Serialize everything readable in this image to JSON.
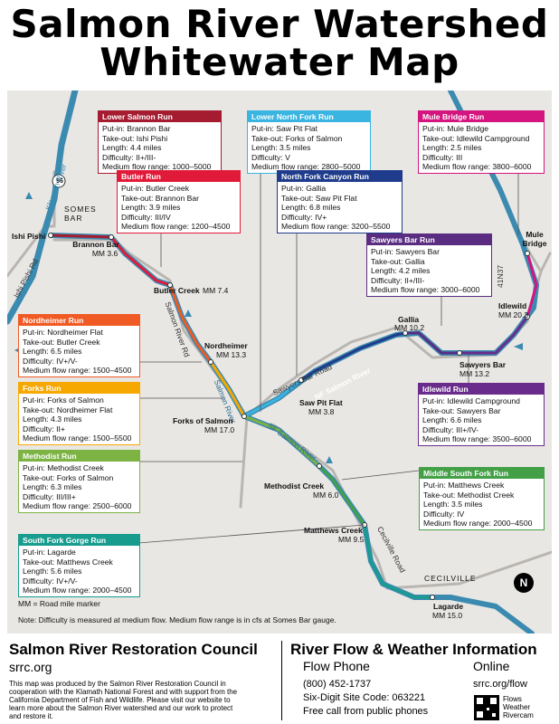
{
  "title": {
    "line1": "Salmon River Watershed",
    "line2": "Whitewater Map"
  },
  "runs": [
    {
      "key": "lower-salmon",
      "color": "#a51c30",
      "name": "Lower Salmon Run",
      "putin": "Put-in: Brannon Bar",
      "takeout": "Take-out: Ishi Pishi",
      "length": "Length: 4.4 miles",
      "difficulty": "Difficulty: II+/III-",
      "flow": "Medium flow range: 1000–5000"
    },
    {
      "key": "butler",
      "color": "#e21a3a",
      "name": "Butler Run",
      "putin": "Put-in: Butler Creek",
      "takeout": "Take-out: Brannon Bar",
      "length": "Length: 3.9 miles",
      "difficulty": "Difficulty: III/IV",
      "flow": "Medium flow range: 1200–4500"
    },
    {
      "key": "lower-north-fork",
      "color": "#3ab4e0",
      "name": "Lower North Fork Run",
      "putin": "Put-in: Saw Pit Flat",
      "takeout": "Take-out: Forks of Salmon",
      "length": "Length: 3.5 miles",
      "difficulty": "Difficulty: V",
      "flow": "Medium flow range: 2800–5000"
    },
    {
      "key": "north-fork-canyon",
      "color": "#1f3c8c",
      "name": "North Fork Canyon Run",
      "putin": "Put-in: Gallia",
      "takeout": "Take-out: Saw Pit Flat",
      "length": "Length: 6.8 miles",
      "difficulty": "Difficulty: IV+",
      "flow": "Medium flow range: 3200–5500"
    },
    {
      "key": "mule-bridge",
      "color": "#d4147f",
      "name": "Mule Bridge Run",
      "putin": "Put-in: Mule Bridge",
      "takeout": "Take-out: Idlewild Campground",
      "length": "Length: 2.5 miles",
      "difficulty": "Difficulty: III",
      "flow": "Medium flow range: 3800–6000"
    },
    {
      "key": "sawyers-bar",
      "color": "#5a2d82",
      "name": "Sawyers Bar Run",
      "putin": "Put-in: Sawyers Bar",
      "takeout": "Take-out: Gallia",
      "length": "Length: 4.2 miles",
      "difficulty": "Difficulty: II+/III-",
      "flow": "Medium flow range: 3000–6000"
    },
    {
      "key": "idlewild",
      "color": "#6a2c8c",
      "name": "Idlewild Run",
      "putin": "Put-in: Idlewild Campground",
      "takeout": "Take-out: Sawyers Bar",
      "length": "Length: 6.6 miles",
      "difficulty": "Difficulty: III+/IV-",
      "flow": "Medium flow range: 3500–6000"
    },
    {
      "key": "nordheimer",
      "color": "#f05a24",
      "name": "Nordheimer Run",
      "putin": "Put-in: Nordheimer Flat",
      "takeout": "Take-out: Butler Creek",
      "length": "Length: 6.5 miles",
      "difficulty": "Difficulty: IV+/V-",
      "flow": "Medium flow range: 1500–4500"
    },
    {
      "key": "forks",
      "color": "#f7a800",
      "name": "Forks Run",
      "putin": "Put-in: Forks of Salmon",
      "takeout": "Take-out: Nordheimer Flat",
      "length": "Length: 4.3 miles",
      "difficulty": "Difficulty: II+",
      "flow": "Medium flow range: 1500–5500"
    },
    {
      "key": "methodist",
      "color": "#7cb342",
      "name": "Methodist Run",
      "putin": "Put-in: Methodist Creek",
      "takeout": "Take-out: Forks of Salmon",
      "length": "Length: 6.3 miles",
      "difficulty": "Difficulty: III/III+",
      "flow": "Medium flow range: 2500–6000"
    },
    {
      "key": "middle-south-fork",
      "color": "#43a047",
      "name": "Middle South Fork Run",
      "putin": "Put-in: Matthews Creek",
      "takeout": "Take-out: Methodist Creek",
      "length": "Length: 3.5 miles",
      "difficulty": "Difficulty: IV",
      "flow": "Medium flow range: 2000–4500"
    },
    {
      "key": "south-fork-gorge",
      "color": "#179c8e",
      "name": "South Fork Gorge Run",
      "putin": "Put-in: Lagarde",
      "takeout": "Take-out: Matthews Creek",
      "length": "Length: 5.6 miles",
      "difficulty": "Difficulty: IV+/V-",
      "flow": "Medium flow range: 2000–4500"
    }
  ],
  "places": {
    "ishi_pishi": "Ishi Pishi",
    "somes_bar": "SOMES\nBAR",
    "brannon_bar": "Brannon Bar",
    "brannon_mm": "MM 3.6",
    "butler_creek": "Butler Creek",
    "butler_mm": "MM 7.4",
    "nordheimer": "Nordheimer",
    "nordheimer_mm": "MM 13.3",
    "forks": "Forks of Salmon",
    "forks_mm": "MM 17.0",
    "saw_pit": "Saw Pit Flat",
    "saw_pit_mm": "MM 3.8",
    "gallia": "Gallia",
    "gallia_mm": "MM 10.2",
    "sawyers_bar": "Sawyers Bar",
    "sawyers_mm": "MM 13.2",
    "idlewild": "Idlewild",
    "idlewild_mm": "MM 20.3",
    "mule_bridge": "Mule\nBridge",
    "methodist": "Methodist Creek",
    "methodist_mm": "MM 6.0",
    "matthews": "Matthews Creek",
    "matthews_mm": "MM 9.5",
    "cecilville": "CECILVILLE",
    "lagarde": "Lagarde",
    "lagarde_mm": "MM 15.0"
  },
  "roads": {
    "klamath_river": "Klamath River",
    "ishi_pishi_rd": "Ishi Pishi Rd",
    "hwy96": "96",
    "salmon_river_rd": "Salmon River Rd",
    "salmon_river": "Salmon River",
    "sawyers_bar_road": "Sawyers Bar Road",
    "nf_salmon_river": "NF Salmon River",
    "sf_salmon_river": "SF Salmon River",
    "cecilville_road": "Cecilville Road",
    "r41n37": "41N37"
  },
  "notes": {
    "mm": "MM = Road mile marker",
    "difficulty": "Note: Difficulty is measured at medium flow. Medium flow range is in cfs at Somes Bar gauge."
  },
  "compass": "N",
  "footer": {
    "org": "Salmon River Restoration Council",
    "org_url": "srrc.org",
    "desc1": "This map was produced by the Salmon River Restoration Council in",
    "desc2": "cooperation with the Klamath National Forest and with support from the",
    "desc3": "California Department of Fish and Wildlife. Please visit our website to",
    "desc4": "learn more about the Salmon River watershed and our work to protect",
    "desc5": "and restore it.",
    "info_title": "River Flow & Weather Information",
    "flow_phone": "Flow Phone",
    "online": "Online",
    "phone": "(800) 452-1737",
    "site_code": "Six-Digit Site Code: 063221",
    "free_call": "Free call from public phones",
    "flow_url": "srrc.org/flow",
    "qr_caption1": "Flows",
    "qr_caption2": "Weather",
    "qr_caption3": "Rivercam"
  }
}
